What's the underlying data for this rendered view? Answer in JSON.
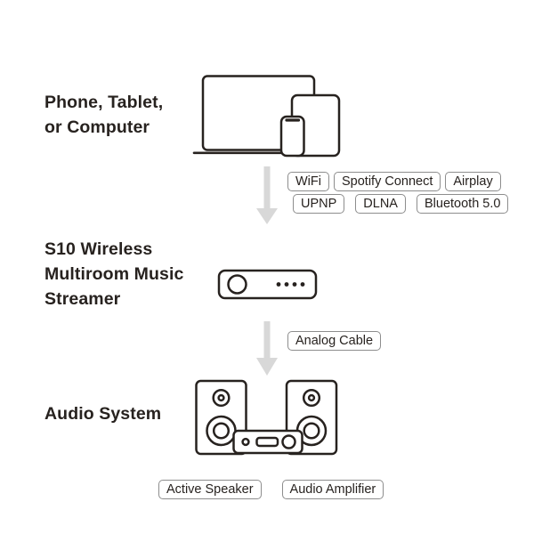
{
  "colors": {
    "line": "#27221f",
    "text": "#27221f",
    "badge_border": "#8d8d8d",
    "arrow": "#d8d8d8",
    "background": "#ffffff"
  },
  "sections": [
    {
      "id": "source",
      "label": "Phone, Tablet,\nor Computer"
    },
    {
      "id": "streamer",
      "label": "S10 Wireless\nMultiroom Music\nStreamer"
    },
    {
      "id": "audio-system",
      "label": "Audio System"
    }
  ],
  "connection_badges": {
    "row1": [
      "WiFi",
      "Spotify Connect",
      "Airplay"
    ],
    "row2": [
      "UPNP",
      "DLNA",
      "Bluetooth 5.0"
    ]
  },
  "cable_badge": "Analog Cable",
  "audio_badges": [
    "Active Speaker",
    "Audio Amplifier"
  ],
  "icons": {
    "laptop": "laptop-icon",
    "tablet": "tablet-icon",
    "phone": "phone-icon",
    "streamer": "streamer-icon",
    "left_speaker": "speaker-icon",
    "right_speaker": "speaker-icon",
    "amplifier": "amplifier-icon",
    "arrows": "down-arrow-icon"
  }
}
